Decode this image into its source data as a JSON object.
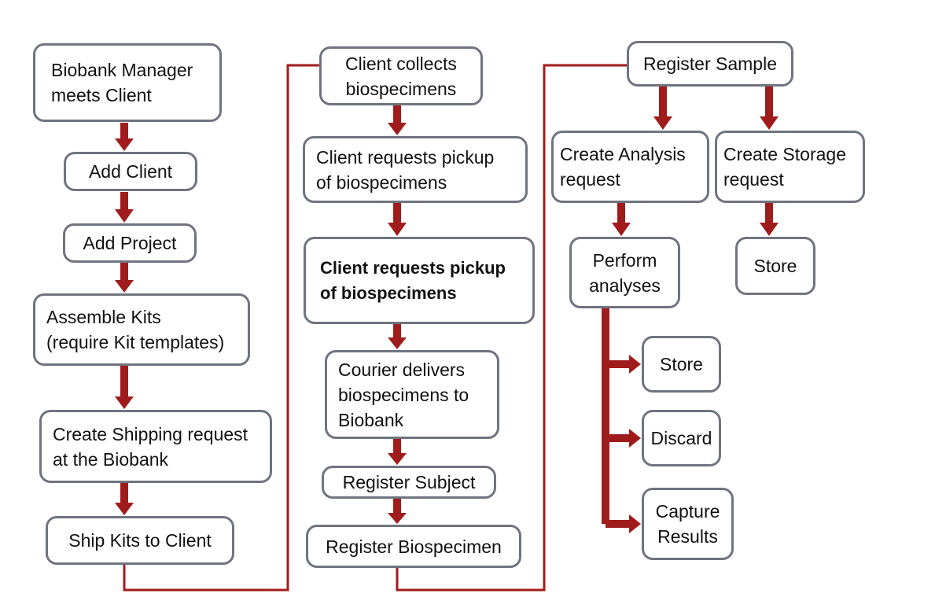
{
  "colors": {
    "arrow": "#a01c1c",
    "box_border": "#6f7480",
    "text": "#111111"
  },
  "nodes": {
    "meet": "Biobank Manager\nmeets Client",
    "add_client": "Add Client",
    "add_project": "Add Project",
    "assemble_kits": "Assemble Kits\n(require Kit templates)",
    "create_shipping": "Create Shipping request\nat the Biobank",
    "ship_kits": "Ship Kits to Client",
    "collects": "Client collects\nbiospecimens",
    "requests_pickup_1": "Client requests pickup\nof biospecimens",
    "requests_pickup_2": "Client requests pickup\nof biospecimens",
    "courier": "Courier delivers\nbiospecimens to\nBiobank",
    "register_subject": "Register Subject",
    "register_biospecimen": "Register Biospecimen",
    "register_sample": "Register Sample",
    "create_analysis": "Create Analysis\nrequest",
    "create_storage": "Create Storage\nrequest",
    "perform": "Perform\nanalyses",
    "store_right": "Store",
    "store": "Store",
    "discard": "Discard",
    "capture": "Capture\nResults"
  }
}
